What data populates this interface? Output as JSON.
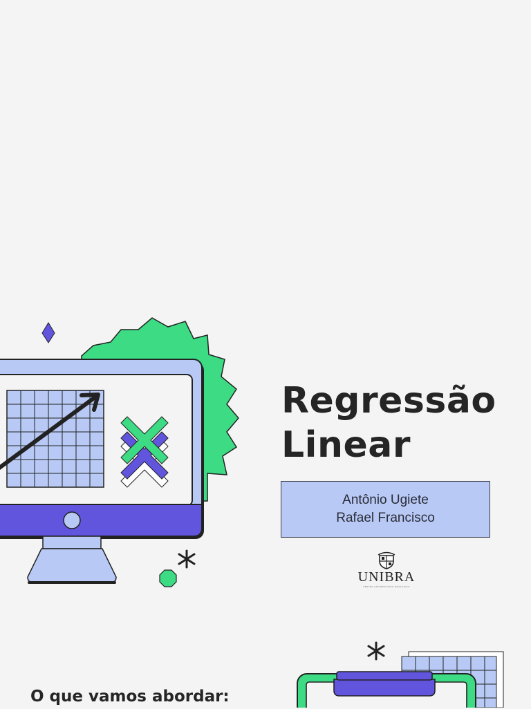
{
  "title": {
    "line1": "Regressão",
    "line2": "Linear"
  },
  "authors": [
    "Antônio Ugiete",
    "Rafael Francisco"
  ],
  "logo": {
    "word": "UNIBRA",
    "subtitle": "CENTRO UNIVERSITÁRIO BRASILEIRO"
  },
  "section": {
    "heading": "O que vamos abordar:"
  },
  "icons": {
    "illustration": "computer-monitor-rising-chart",
    "sparkle": "asterisk-icon",
    "clipboard": "clipboard-icon"
  },
  "colors": {
    "background": "#f4f4f4",
    "green": "#3ddc84",
    "purple": "#6155de",
    "light_blue": "#b7c9f4",
    "dark": "#252525"
  }
}
